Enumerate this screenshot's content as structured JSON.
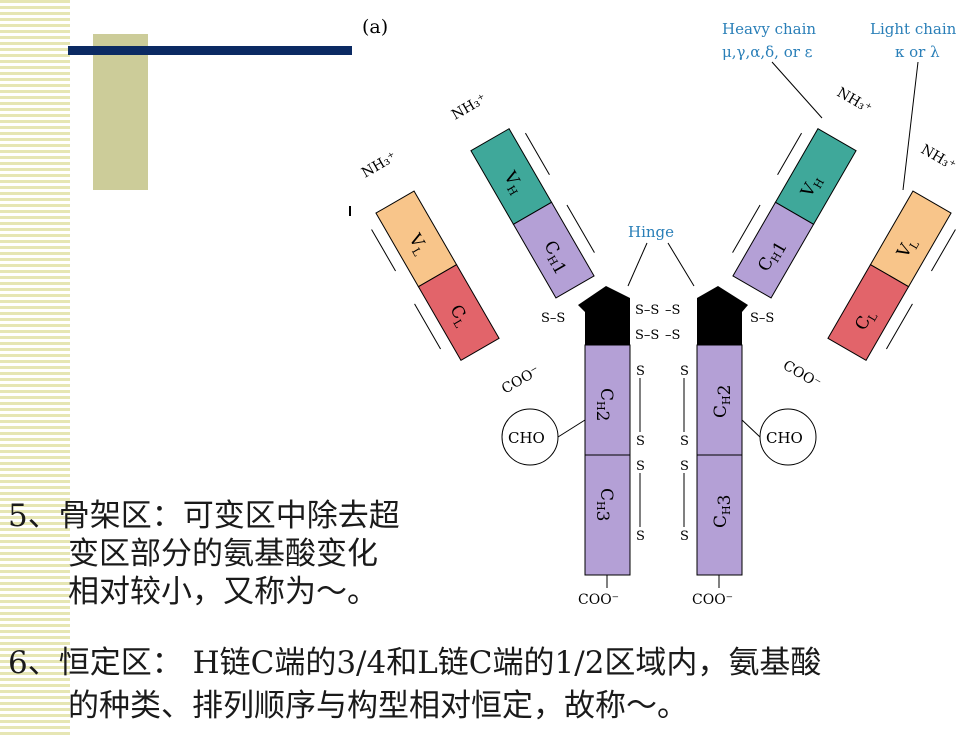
{
  "diagram": {
    "panel_label": "(a)",
    "heavy_chain_title": "Heavy chain",
    "heavy_chain_types": "μ,γ,α,δ, or ε",
    "light_chain_title": "Light chain",
    "light_chain_types": "κ or λ",
    "hinge": "Hinge",
    "nh3": "NH₃⁺",
    "coo": "COO⁻",
    "cho": "CHO",
    "s": "S",
    "vl": "VL",
    "cl": "CL",
    "vh": "VH",
    "ch1": "CH1",
    "ch2": "CH2",
    "ch3": "CH3",
    "colors": {
      "vl": "#f8c58a",
      "cl": "#e2646a",
      "vh": "#3fa89a",
      "ch": "#b4a0d6",
      "hinge": "#000000",
      "label_blue": "#2a7fb8"
    }
  },
  "text": {
    "p5_line1": "5、骨架区：可变区中除去超",
    "p5_line2": "变区部分的氨基酸变化",
    "p5_line3": "相对较小，又称为～。",
    "p6_line1": "6、恒定区： H链C端的3/4和L链C端的1/2区域内，氨基酸",
    "p6_line2": "的种类、排列顺序与构型相对恒定，故称～。"
  }
}
